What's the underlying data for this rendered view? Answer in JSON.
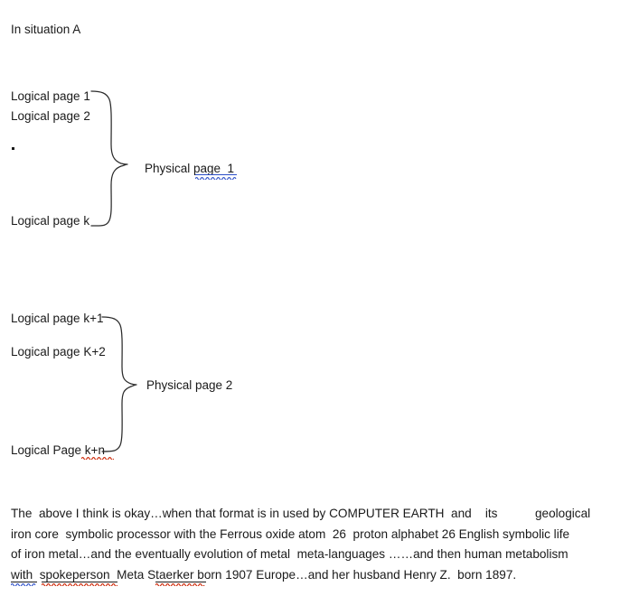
{
  "document": {
    "background_color": "#ffffff",
    "text_color": "#1a1a1a",
    "heading": "In situation A"
  },
  "diagram": {
    "group_1": {
      "brace_label": "Physical page  1",
      "brace_label_has_grammar_underline": true,
      "grammar_underline_color": "#2b4ec8",
      "items": [
        {
          "label": "Logical page 1"
        },
        {
          "label": "Logical page 2"
        },
        {
          "label": "."
        },
        {
          "label": "Logical page k"
        }
      ]
    },
    "group_2": {
      "brace_label": "Physical page 2",
      "brace_label_has_grammar_underline": false,
      "items": [
        {
          "label": "Logical page k+1"
        },
        {
          "label": "Logical page K+2"
        },
        {
          "label": "Logical Page k+n",
          "spelling_flag": "k+n",
          "spelling_underline_color": "#cc2200"
        }
      ]
    }
  },
  "paragraph": {
    "lines": [
      "The  above I think is okay…when that format is in used by COMPUTER EARTH  and    its           geological",
      "iron core  symbolic processor with the Ferrous oxide atom  26  proton alphabet 26 English symbolic life",
      "of iron metal…and the eventually evolution of metal  meta-languages ……and then human metabolism",
      "with  spokeperson  Meta Staerker born 1907 Europe…and her husband Henry Z.  born 1897."
    ],
    "flagged_words": [
      {
        "word": "with",
        "type": "grammar",
        "color": "#2b4ec8"
      },
      {
        "word": "spokeperson",
        "type": "spelling",
        "color": "#cc2200"
      },
      {
        "word": "Staerker",
        "type": "spelling",
        "color": "#cc2200"
      }
    ]
  }
}
